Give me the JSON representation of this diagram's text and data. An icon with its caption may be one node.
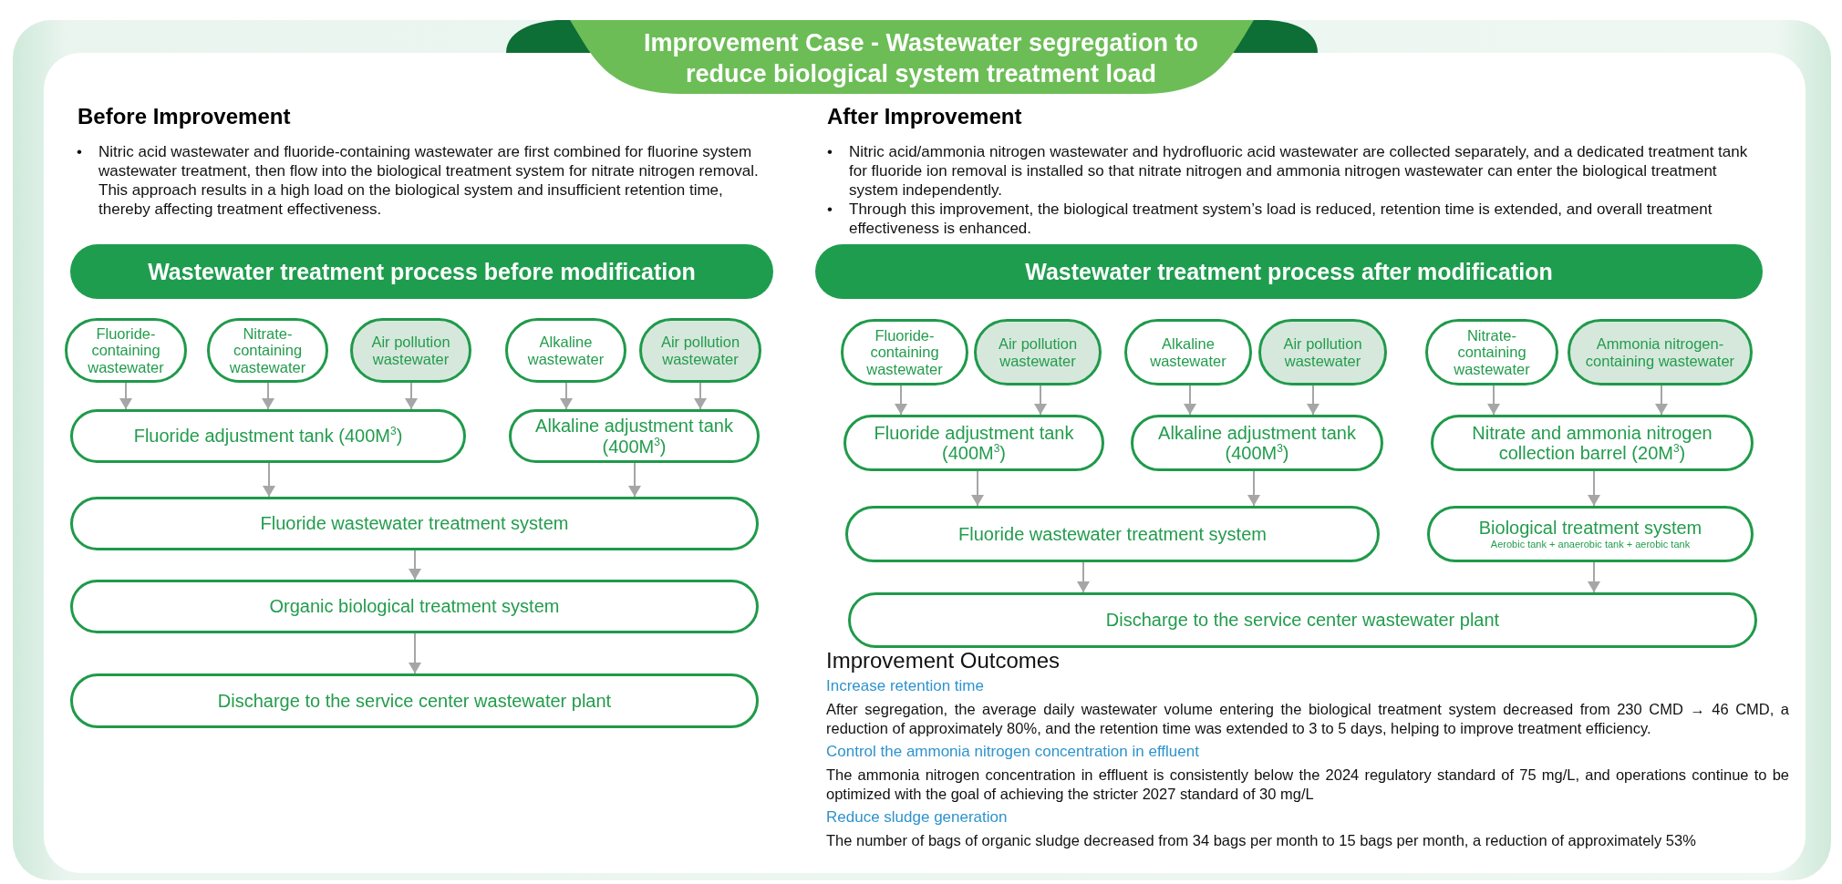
{
  "diagram": {
    "title": "Improvement Case - Wastewater segregation to reduce biological system treatment load",
    "nodes": [
      {
        "text": [
          "Wastewater treatment process before modification"
        ]
      },
      {
        "text": [
          "Fluoride-containing wastewater"
        ]
      },
      {
        "text": [
          "Nitrate-containing wastewater"
        ]
      },
      {
        "text": [
          "Air pollution wastewater"
        ]
      },
      {
        "text": [
          "Alkaline wastewater"
        ]
      },
      {
        "text": [
          "Air pollution wastewater"
        ]
      },
      {
        "text": [
          "Fluoride adjustment tank (400M$^{3}$)"
        ]
      },
      {
        "text": [
          "Alkaline adjustment tank (400M$^{3}$)"
        ]
      },
      {
        "text": [
          "Fluoride wastewater treatment system"
        ]
      },
      {
        "text": [
          "Organic biological treatment system"
        ]
      },
      {
        "text": [
          "Discharge to the service center wastewater plant"
        ]
      },
      {
        "text": [
          "Wastewater treatment process after modification"
        ]
      },
      {
        "text": [
          "Fluoride-containing wastewater"
        ]
      },
      {
        "text": [
          "Air pollution wastewater"
        ]
      },
      {
        "text": [
          "Alkaline wastewater"
        ]
      },
      {
        "text": [
          "Air pollution wastewater"
        ]
      },
      {
        "text": [
          "Nitrate-containing wastewater"
        ]
      },
      {
        "text": [
          "Ammonia nitrogen-containing wastewater"
        ]
      },
      {
        "text": [
          "Fluoride adjustment tank (400M$^{3}$)"
        ]
      },
      {
        "text": [
          "Alkaline adjustment tank (400M$^{3}$)"
        ]
      },
      {
        "text": [
          "Nitrate and ammonia nitrogen collection barrel (20M$^{3}$)"
        ]
      },
      {
        "text": [
          "Fluoride wastewater treatment system"
        ]
      },
      {
        "text": [
          "Biological treatment system",
          "Aerobic tank + anaerobic tank + aerobic tank"
        ]
      },
      {
        "text": [
          "Discharge to the service center wastewater plant"
        ]
      }
    ],
    "edges": [
      {
        "from": 1,
        "to": 6,
        "arrow": "to"
      },
      {
        "from": 2,
        "to": 6,
        "arrow": "to"
      },
      {
        "from": 3,
        "to": 6,
        "arrow": "to"
      },
      {
        "from": 4,
        "to": 7,
        "arrow": "to"
      },
      {
        "from": 5,
        "to": 7,
        "arrow": "to"
      },
      {
        "from": 6,
        "to": 8,
        "arrow": "to"
      },
      {
        "from": 7,
        "to": 8,
        "arrow": "to"
      },
      {
        "from": 8,
        "to": 9,
        "arrow": "to"
      },
      {
        "from": 9,
        "to": 10,
        "arrow": "to"
      },
      {
        "from": 12,
        "to": 18,
        "arrow": "to"
      },
      {
        "from": 13,
        "to": 18,
        "arrow": "to"
      },
      {
        "from": 14,
        "to": 19,
        "arrow": "to"
      },
      {
        "from": 15,
        "to": 19,
        "arrow": "to"
      },
      {
        "from": 16,
        "to": 20,
        "arrow": "to"
      },
      {
        "from": 17,
        "to": 20,
        "arrow": "to"
      },
      {
        "from": 18,
        "to": 21,
        "arrow": "to"
      },
      {
        "from": 19,
        "to": 21,
        "arrow": "to"
      },
      {
        "from": 20,
        "to": 22,
        "arrow": "to"
      },
      {
        "from": 21,
        "to": 23,
        "arrow": "to"
      },
      {
        "from": 22,
        "to": 23,
        "arrow": "to"
      }
    ],
    "labels": [
      "Before Improvement",
      "•",
      "Nitric acid wastewater and fluoride-containing wastewater are first combined for fluorine system wastewater treatment, then flow into the biological treatment system for nitrate nitrogen removal. This approach results in a high load on the biological system and insufficient retention time, thereby affecting treatment effectiveness.",
      "After Improvement",
      "•",
      "Nitric acid/ammonia nitrogen wastewater and hydrofluoric acid wastewater are collected separately, and a dedicated treatment tank for fluoride ion removal is installed so that nitrate nitrogen and ammonia nitrogen wastewater can enter the biological treatment system independently.",
      "•",
      "Through this improvement, the biological treatment system’s load is reduced, retention time is extended, and overall treatment effectiveness is enhanced.",
      "Improvement Outcomes",
      "Increase retention time",
      "After segregation, the average daily wastewater volume entering the biological treatment system decreased from 230 CMD → 46 CMD, a reduction of approximately 80%, and the retention time was extended to 3 to 5 days, helping to improve treatment efficiency.",
      "Control the ammonia nitrogen concentration in effluent",
      "The ammonia nitrogen concentration in effluent is consistently below the 2024 regulatory standard of 75 mg/L, and operations continue to be optimized with the goal of achieving the stricter 2027 standard of 30 mg/L",
      "Reduce sludge generation",
      "The number of bags of organic sludge decreased from 34 bags per month to 15 bags per month, a reduction of approximately 53%"
    ]
  }
}
